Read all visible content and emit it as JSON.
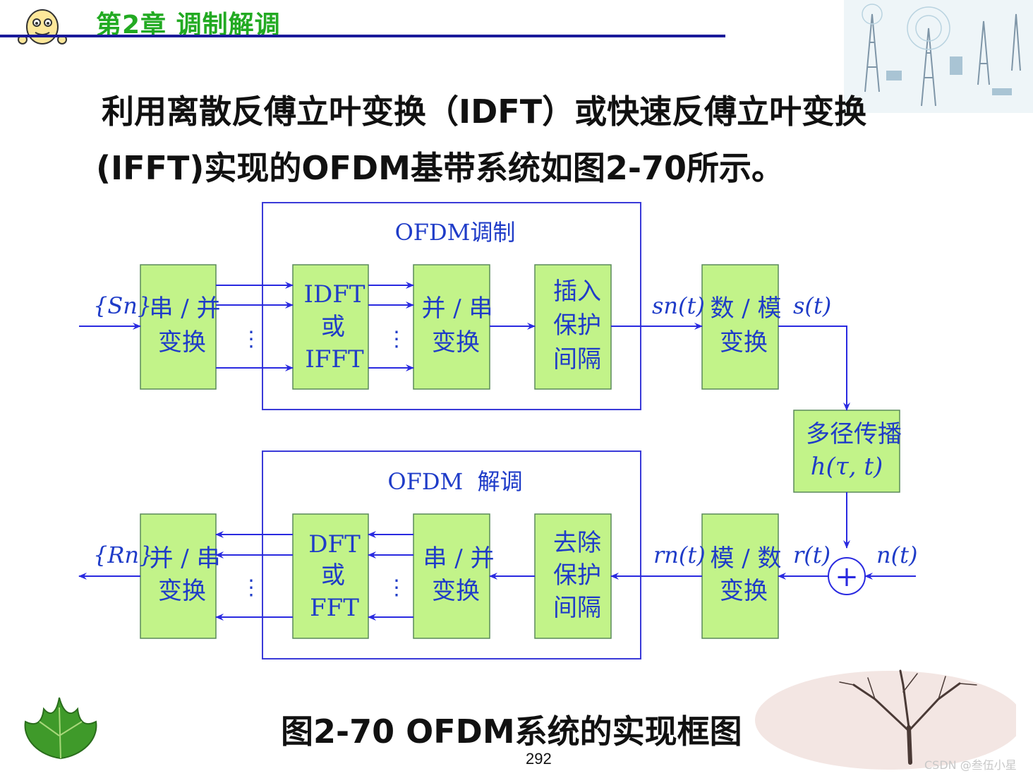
{
  "header": {
    "chapter": "第2章 调制解调"
  },
  "paragraph": "利用离散反傅立叶变换（IDFT）或快速反傅立叶变换(IFFT)实现的OFDM基带系统如图2-70所示。",
  "diagram": {
    "mod_group_label": "OFDM调制",
    "demod_group_label": "OFDM  解调",
    "blocks": {
      "sp": [
        "串 / 并",
        "变换"
      ],
      "idft": [
        "IDFT",
        "或",
        "IFFT"
      ],
      "ps": [
        "并 / 串",
        "变换"
      ],
      "cp_insert": [
        "插入",
        "保护",
        "间隔"
      ],
      "dac": [
        "数 / 模",
        "变换"
      ],
      "channel": [
        "多径传播",
        "h(τ, t)"
      ],
      "adc": [
        "模 / 数",
        "变换"
      ],
      "cp_remove": [
        "去除",
        "保护",
        "间隔"
      ],
      "sp2": [
        "串 / 并",
        "变换"
      ],
      "dft": [
        "DFT",
        "或",
        "FFT"
      ],
      "ps2": [
        "并 / 串",
        "变换"
      ]
    },
    "signals": {
      "input": "{Sn}",
      "sn_t": "sn(t)",
      "s_t": "s(t)",
      "r_t": "r(t)",
      "n_t": "n(t)",
      "rn_t": "rn(t)",
      "output": "{Rn}"
    },
    "ellipsis": "⋮",
    "sum_symbol": "+"
  },
  "caption": "图2-70  OFDM系统的实现框图",
  "page_number": "292",
  "watermark": "CSDN @叁伍小星",
  "colors": {
    "block_fill": "#c2f389",
    "block_text": "#1f3cc8",
    "line": "#2a2ae0",
    "heading": "#22aa22",
    "rule": "#1a1a9a"
  },
  "icons": [
    "mascot-icon",
    "network-towers-illustration",
    "leaf-icon",
    "tree-illustration"
  ]
}
